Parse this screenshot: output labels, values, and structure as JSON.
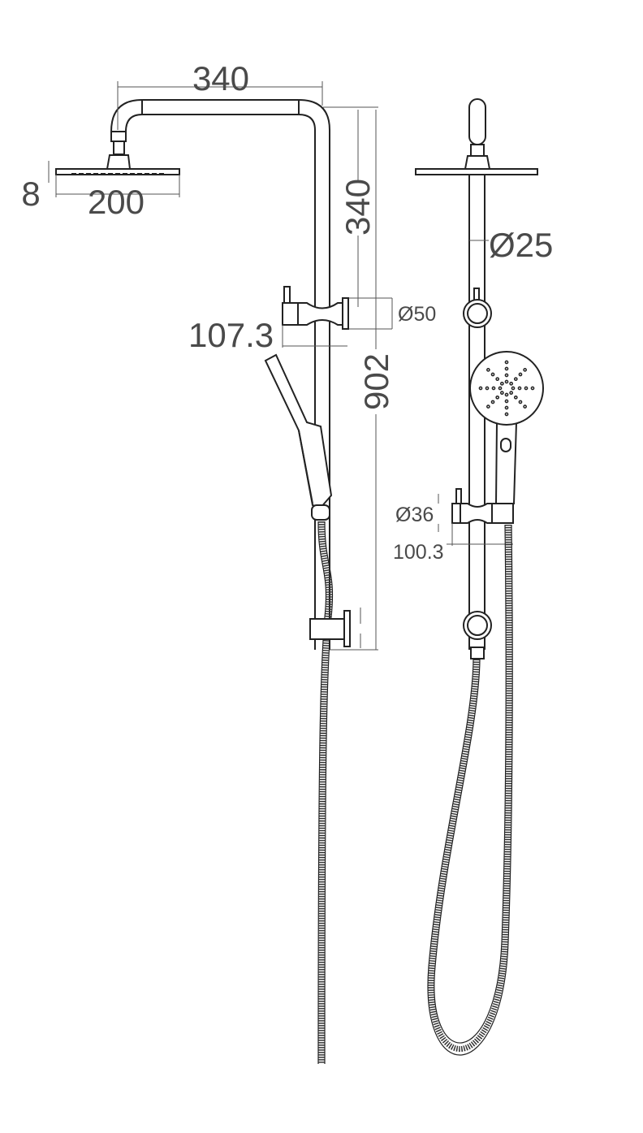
{
  "title": "Shower rail set dimension drawing",
  "dimensions": {
    "arm_length": "340",
    "head_thickness": "8",
    "head_width": "200",
    "arm_height": "340",
    "bracket_diameter": "Ø50",
    "bracket_projection": "107.3",
    "rail_height": "902",
    "rail_diameter": "Ø25",
    "holder_diameter": "Ø36",
    "holder_projection": "100.3"
  },
  "colors": {
    "line": "#222222",
    "dimension_text": "#4a4a4a"
  }
}
